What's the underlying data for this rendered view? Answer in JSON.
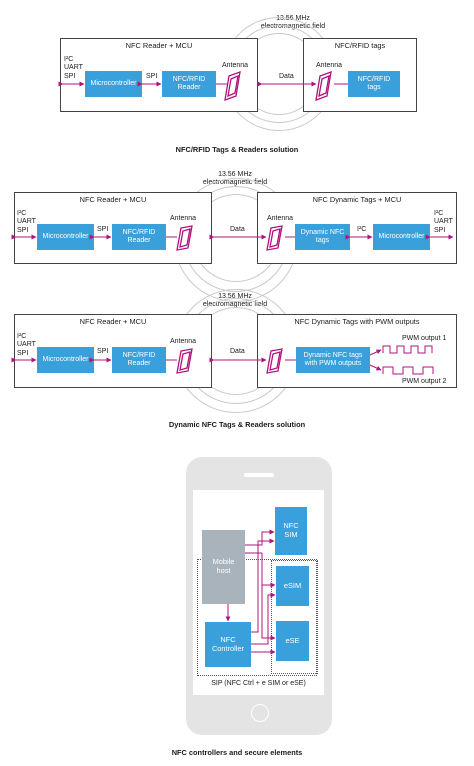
{
  "colors": {
    "block": "#3aa0dc",
    "antenna": "#b0147c",
    "arrow": "#b0147c",
    "host": "#a9b3bc",
    "phone": "#e6e6e6"
  },
  "diagram1": {
    "field": "13.56 MHz\nelectromagnetic field",
    "reader_title": "NFC Reader + MCU",
    "tags_title": "NFC/RFID tags",
    "interfaces": "I²C\nUART\nSPI",
    "microcontroller": "Microcontroller",
    "spi": "SPI",
    "reader": "NFC/RFID\nReader",
    "antenna_left": "Antenna",
    "data": "Data",
    "antenna_right": "Antenna",
    "tags": "NFC/RFID\ntags",
    "caption": "NFC/RFID Tags & Readers solution"
  },
  "diagram2": {
    "field": "13.56 MHz\nelectromagnetic field",
    "reader_title": "NFC Reader + MCU",
    "tags_title": "NFC Dynamic Tags + MCU",
    "interfaces_left": "I²C\nUART\nSPI",
    "microcontroller_left": "Microcontroller",
    "spi": "SPI",
    "reader": "NFC/RFID\nReader",
    "antenna_left": "Antenna",
    "data": "Data",
    "antenna_right": "Antenna",
    "dyn_tags": "Dynamic NFC\ntags",
    "i2c": "I²C",
    "microcontroller_right": "Microcontroller",
    "interfaces_right": "I²C\nUART\nSPI"
  },
  "diagram3": {
    "field": "13.56 MHz\nelectromagnetic field",
    "reader_title": "NFC Reader + MCU",
    "tags_title": "NFC Dynamic Tags with PWM outputs",
    "interfaces": "I²C\nUART\nSPI",
    "microcontroller": "Microcontroller",
    "spi": "SPI",
    "reader": "NFC/RFID\nReader",
    "antenna_left": "Antenna",
    "data": "Data",
    "dyn_tags": "Dynamic NFC tags\nwith PWM outputs",
    "pwm1": "PWM output 1",
    "pwm2": "PWM output 2",
    "caption": "Dynamic NFC Tags & Readers solution"
  },
  "phone": {
    "mobile_host": "Mobile\nhost",
    "nfc_sim": "NFC\nSIM",
    "esim": "eSIM",
    "ese": "eSE",
    "nfc_controller": "NFC\nController",
    "sip": "SIP (NFC Ctrl + e SIM or eSE)",
    "caption": "NFC controllers and secure elements"
  }
}
